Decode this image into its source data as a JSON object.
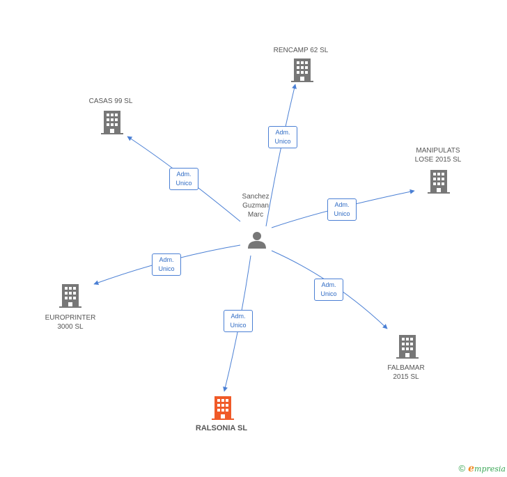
{
  "center": {
    "name": "Sanchez\nGuzman\nMarc",
    "icon": "person-icon"
  },
  "companies": [
    {
      "id": "rencamp",
      "name": "RENCAMP 62 SL",
      "icon": "building-icon",
      "highlight": false
    },
    {
      "id": "casas",
      "name": "CASAS 99  SL",
      "icon": "building-icon",
      "highlight": false
    },
    {
      "id": "manipulats",
      "name": "MANIPULATS\nLOSE 2015  SL",
      "icon": "building-icon",
      "highlight": false
    },
    {
      "id": "europrinter",
      "name": "EUROPRINTER\n3000  SL",
      "icon": "building-icon",
      "highlight": false
    },
    {
      "id": "falbamar",
      "name": "FALBAMAR\n2015  SL",
      "icon": "building-icon",
      "highlight": false
    },
    {
      "id": "ralsonia",
      "name": "RALSONIA SL",
      "icon": "building-icon",
      "highlight": true
    }
  ],
  "relations": [
    {
      "target": "rencamp",
      "label": "Adm.\nUnico"
    },
    {
      "target": "casas",
      "label": "Adm.\nUnico"
    },
    {
      "target": "manipulats",
      "label": "Adm.\nUnico"
    },
    {
      "target": "europrinter",
      "label": "Adm.\nUnico"
    },
    {
      "target": "falbamar",
      "label": "Adm.\nUnico"
    },
    {
      "target": "ralsonia",
      "label": "Adm.\nUnico"
    }
  ],
  "colors": {
    "edge": "#4a7fd4",
    "node": "#777777",
    "highlight": "#f05a28"
  },
  "footer": {
    "copyright": "©",
    "brand_e": "e",
    "brand_rest": "mpresia"
  }
}
